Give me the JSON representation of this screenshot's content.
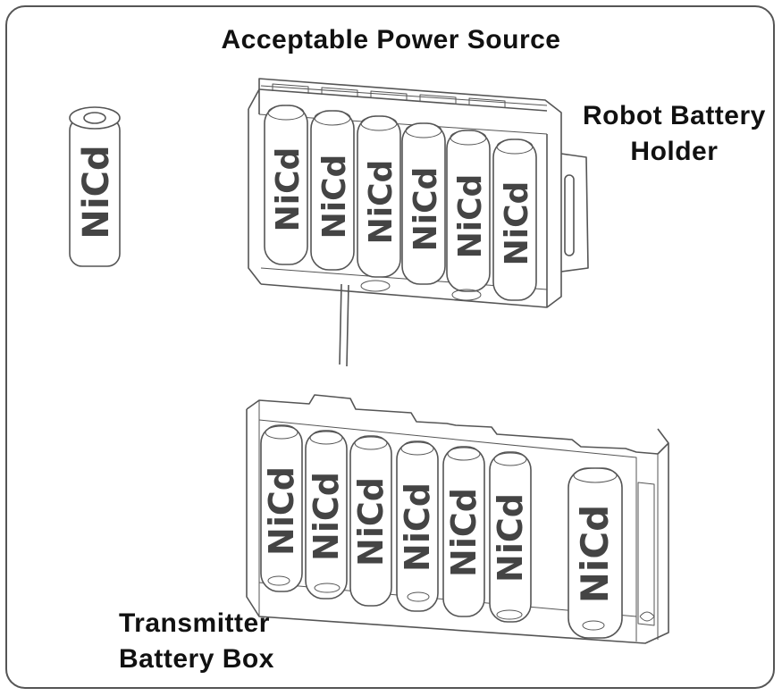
{
  "title": "Acceptable Power Source",
  "robot_holder_label": {
    "line1": "Robot Battery",
    "line2": "Holder"
  },
  "transmitter_box_label": {
    "line1": "Transmitter",
    "line2": "Battery Box"
  },
  "battery_text": "NiCd",
  "colors": {
    "stroke": "#555555",
    "text": "#444444",
    "background": "#ffffff"
  }
}
